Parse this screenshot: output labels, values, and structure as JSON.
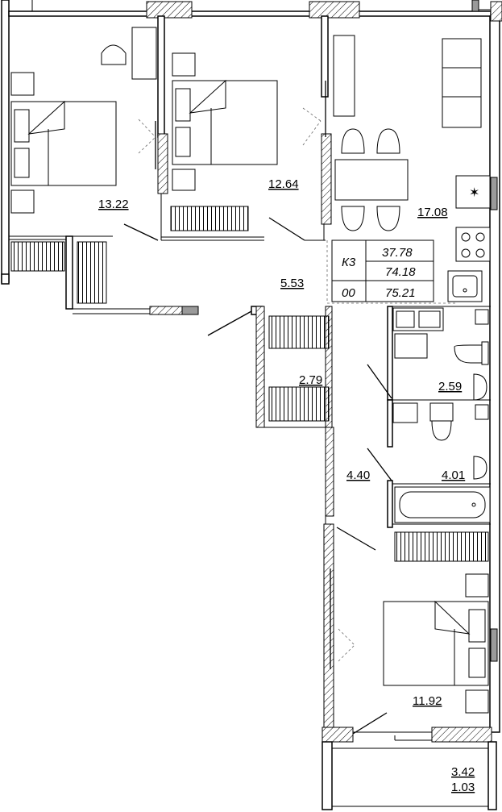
{
  "apartment": {
    "type_label": "К3",
    "floor_label": "00",
    "living_area": "37.78",
    "total_area": "74.18",
    "total_with_balcony": "75.21"
  },
  "rooms": {
    "bedroom_left": "13.22",
    "bedroom_middle": "12.64",
    "kitchen_living": "17.08",
    "hall": "5.53",
    "corridor": "2.79",
    "bathroom_upper": "2.59",
    "corridor_lower": "4.40",
    "bathroom_lower": "4.01",
    "bedroom_lower": "11.92",
    "balcony_area": "3.42",
    "balcony_reduced": "1.03"
  }
}
